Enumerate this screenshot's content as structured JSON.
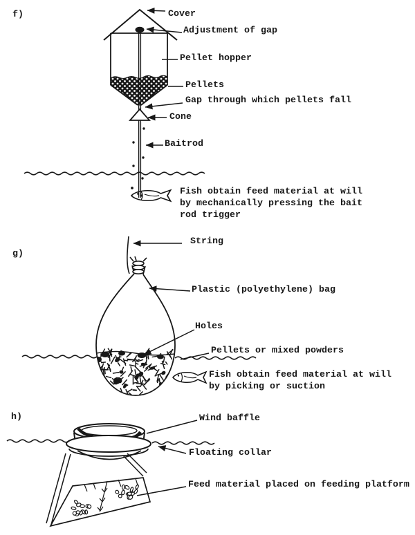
{
  "sections": {
    "f": {
      "id": "f)",
      "labels": {
        "cover": "Cover",
        "adjustment": "Adjustment of gap",
        "hopper": "Pellet hopper",
        "pellets": "Pellets",
        "gap": "Gap through which pellets fall",
        "cone": "Cone",
        "baitrod": "Baitrod"
      },
      "note": [
        "Fish obtain feed material at will",
        "by mechanically pressing the bait",
        "rod trigger"
      ]
    },
    "g": {
      "id": "g)",
      "labels": {
        "string": "String",
        "bag": "Plastic (polyethylene) bag",
        "holes": "Holes",
        "powders": "Pellets or mixed powders"
      },
      "note": [
        "Fish obtain feed material at will",
        "by picking or suction"
      ]
    },
    "h": {
      "id": "h)",
      "labels": {
        "baffle": "Wind baffle",
        "collar": "Floating collar",
        "feed": "Feed material placed on feeding platform"
      }
    }
  },
  "colors": {
    "ink": "#181818",
    "paper": "#ffffff"
  }
}
